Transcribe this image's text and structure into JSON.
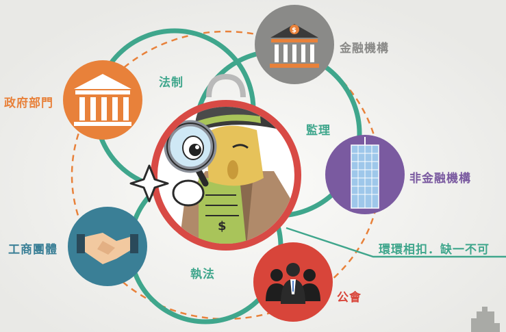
{
  "nodes": {
    "government": {
      "label": "政府部門",
      "color": "#e8813a"
    },
    "financial": {
      "label": "金融機構",
      "color": "#8a8a88"
    },
    "nonfinancial": {
      "label": "非金融機構",
      "color": "#7a5aa0"
    },
    "business": {
      "label": "工商團體",
      "color": "#3a7f96"
    },
    "association": {
      "label": "公會",
      "color": "#d8453a"
    }
  },
  "links": {
    "legal": "法制",
    "supervision": "監理",
    "enforcement": "執法"
  },
  "tagline": "環環相扣．缺一不可",
  "colors": {
    "ring": "#3fa68c",
    "dash": "#e8813a",
    "center_ring": "#d84a45"
  },
  "center_icon": "detective-with-magnifier-icon"
}
